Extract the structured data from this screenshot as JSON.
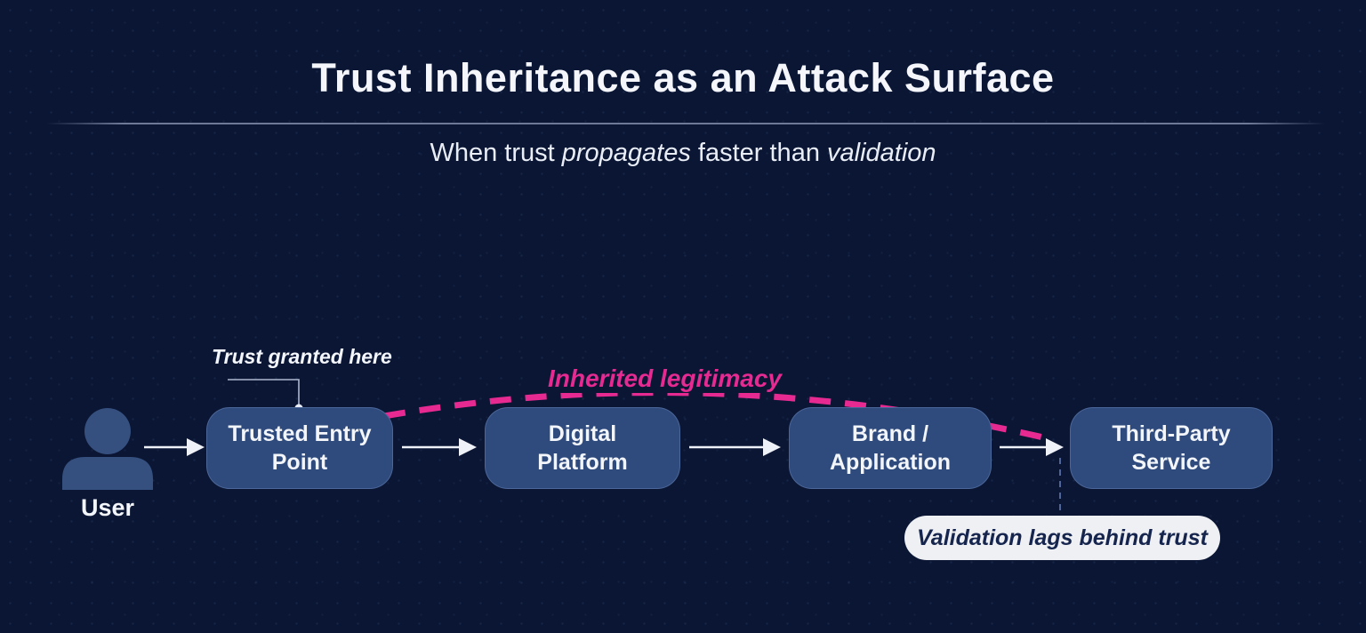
{
  "page": {
    "title": "Trust Inheritance as an Attack Surface",
    "subtitle": {
      "part1": "When trust ",
      "italic1": "propagates",
      "part2": " faster than ",
      "italic2": "validation"
    }
  },
  "diagram": {
    "user_label": "User",
    "nodes": [
      {
        "label": "Trusted Entry\nPoint"
      },
      {
        "label": "Digital\nPlatform"
      },
      {
        "label": "Brand /\nApplication"
      },
      {
        "label": "Third-Party\nService"
      }
    ],
    "annotations": {
      "trust_granted": "Trust granted here",
      "inherited_legitimacy": "Inherited legitimacy",
      "validation_lag": "Validation lags behind trust"
    }
  },
  "colors": {
    "background": "#0a1634",
    "node_fill": "#2f4a7c",
    "accent_pink": "#e62a91",
    "text_light": "#f2f5fa",
    "callout_bg": "#eef0f4",
    "callout_text": "#16254e",
    "arrow": "#eef1f7",
    "lag_line": "#50659a"
  }
}
